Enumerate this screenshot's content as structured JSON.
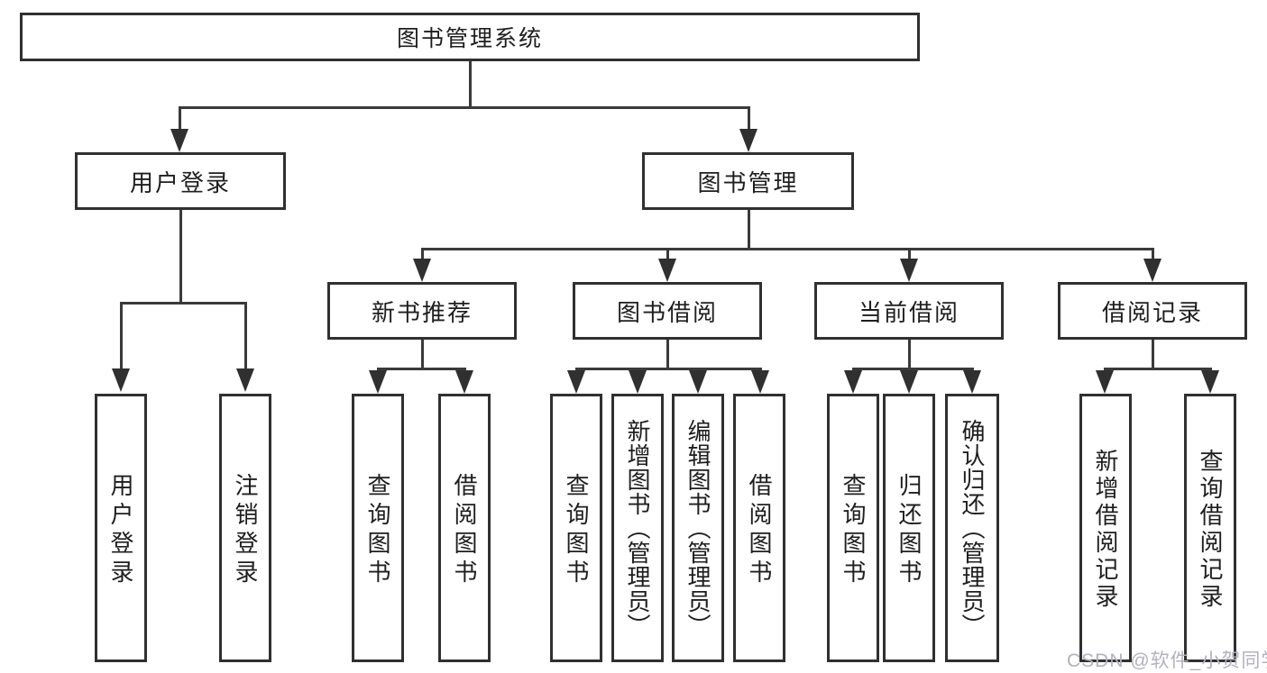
{
  "diagram_type": "hierarchy-tree",
  "colors": {
    "background": "#ffffff",
    "box_border": "#303030",
    "connector_line": "#3a3a3a",
    "text": "#1e1e1e",
    "watermark_text": "#b2b2bd"
  },
  "tree": {
    "label": "图书管理系统",
    "children": [
      {
        "label": "用户登录",
        "children": [
          {
            "label": "用户登录"
          },
          {
            "label": "注销登录"
          }
        ]
      },
      {
        "label": "图书管理",
        "children": [
          {
            "label": "新书推荐",
            "children": [
              {
                "label": "查询图书"
              },
              {
                "label": "借阅图书"
              }
            ]
          },
          {
            "label": "图书借阅",
            "children": [
              {
                "label": "查询图书"
              },
              {
                "label": "新增图书（管理员）"
              },
              {
                "label": "编辑图书（管理员）"
              },
              {
                "label": "借阅图书"
              }
            ]
          },
          {
            "label": "当前借阅",
            "children": [
              {
                "label": "查询图书"
              },
              {
                "label": "归还图书"
              },
              {
                "label": "确认归还（管理员）"
              }
            ]
          },
          {
            "label": "借阅记录",
            "children": [
              {
                "label": "新增借阅记录"
              },
              {
                "label": "查询借阅记录"
              }
            ]
          }
        ]
      }
    ]
  },
  "watermark": {
    "text": "CSDN @软件_小贺同学"
  }
}
